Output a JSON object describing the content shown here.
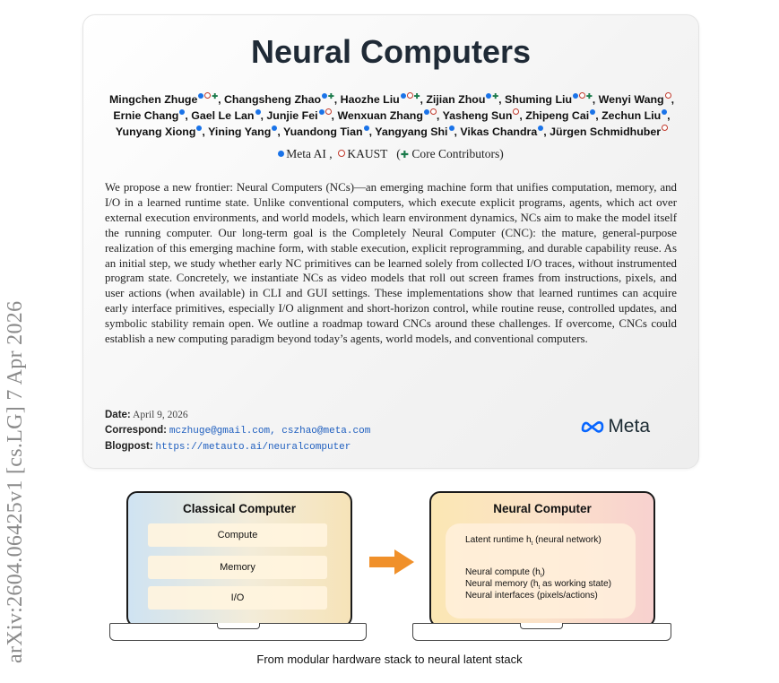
{
  "sidebar_id": "arXiv:2604.06425v1  [cs.LG]  7 Apr 2026",
  "title": "Neural Computers",
  "authors": [
    {
      "name": "Mingchen Zhuge",
      "marks": [
        "m",
        "k",
        "star"
      ]
    },
    {
      "name": "Changsheng Zhao",
      "marks": [
        "m",
        "star"
      ]
    },
    {
      "name": "Haozhe Liu",
      "marks": [
        "m",
        "k",
        "star"
      ]
    },
    {
      "name": "Zijian Zhou",
      "marks": [
        "m",
        "star"
      ]
    },
    {
      "name": "Shuming Liu",
      "marks": [
        "m",
        "k",
        "star"
      ]
    },
    {
      "name": "Wenyi Wang",
      "marks": [
        "k"
      ]
    },
    {
      "name": "Ernie Chang",
      "marks": [
        "m"
      ]
    },
    {
      "name": "Gael Le Lan",
      "marks": [
        "m"
      ]
    },
    {
      "name": "Junjie Fei",
      "marks": [
        "m",
        "k"
      ]
    },
    {
      "name": "Wenxuan Zhang",
      "marks": [
        "m",
        "k"
      ]
    },
    {
      "name": "Yasheng Sun",
      "marks": [
        "k"
      ]
    },
    {
      "name": "Zhipeng Cai",
      "marks": [
        "m"
      ]
    },
    {
      "name": "Zechun Liu",
      "marks": [
        "m"
      ]
    },
    {
      "name": "Yunyang Xiong",
      "marks": [
        "m"
      ]
    },
    {
      "name": "Yining Yang",
      "marks": [
        "m"
      ]
    },
    {
      "name": "Yuandong Tian",
      "marks": [
        "m"
      ]
    },
    {
      "name": "Yangyang Shi",
      "marks": [
        "m"
      ]
    },
    {
      "name": "Vikas Chandra",
      "marks": [
        "m"
      ]
    },
    {
      "name": "Jürgen Schmidhuber",
      "marks": [
        "k"
      ]
    }
  ],
  "affiliations": {
    "meta": "Meta AI",
    "kaust": "KAUST",
    "core_open": "(",
    "core_star": "✚",
    "core": "Core Contributors)"
  },
  "abstract": "We propose a new frontier: Neural Computers (NCs)—an emerging machine form that unifies computation, memory, and I/O in a learned runtime state. Unlike conventional computers, which execute explicit programs, agents, which act over external execution environments, and world models, which learn environment dynamics, NCs aim to make the model itself the running computer. Our long-term goal is the Completely Neural Computer (CNC): the mature, general-purpose realization of this emerging machine form, with stable execution, explicit reprogramming, and durable capability reuse. As an initial step, we study whether early NC primitives can be learned solely from collected I/O traces, without instrumented program state. Concretely, we instantiate NCs as video models that roll out screen frames from instructions, pixels, and user actions (when available) in CLI and GUI settings. These implementations show that learned runtimes can acquire early interface primitives, especially I/O alignment and short-horizon control, while routine reuse, controlled updates, and symbolic stability remain open. We outline a roadmap toward CNCs around these challenges. If overcome, CNCs could establish a new computing paradigm beyond today’s agents, world models, and conventional computers.",
  "meta_info": {
    "date_label": "Date:",
    "date": "April 9, 2026",
    "correspond_label": "Correspond:",
    "correspond": "mczhuge@gmail.com, cszhao@meta.com",
    "blogpost_label": "Blogpost:",
    "blogpost": "https://metauto.ai/neuralcomputer"
  },
  "logo_text": "Meta",
  "figure": {
    "classical": {
      "title": "Classical Computer",
      "boxes": [
        "Compute",
        "Memory",
        "I/O"
      ]
    },
    "neural": {
      "title": "Neural Computer",
      "latent": "Latent runtime h",
      "latent_sub": "t",
      "latent_rest": " (neural network)",
      "compute": "Neural compute (h",
      "compute_sub": "t",
      "compute_rest": ")",
      "memory": "Neural memory (h",
      "memory_sub": "t",
      "memory_rest": " as working state)",
      "interfaces": "Neural interfaces (pixels/actions)"
    },
    "caption": "From modular hardware stack to neural latent stack"
  },
  "colors": {
    "meta_blue": "#1a73e8",
    "kaust_red": "#c0392b",
    "core_green": "#1a7a4a",
    "arrow": "#f0902a",
    "link": "#1f5fbf"
  }
}
